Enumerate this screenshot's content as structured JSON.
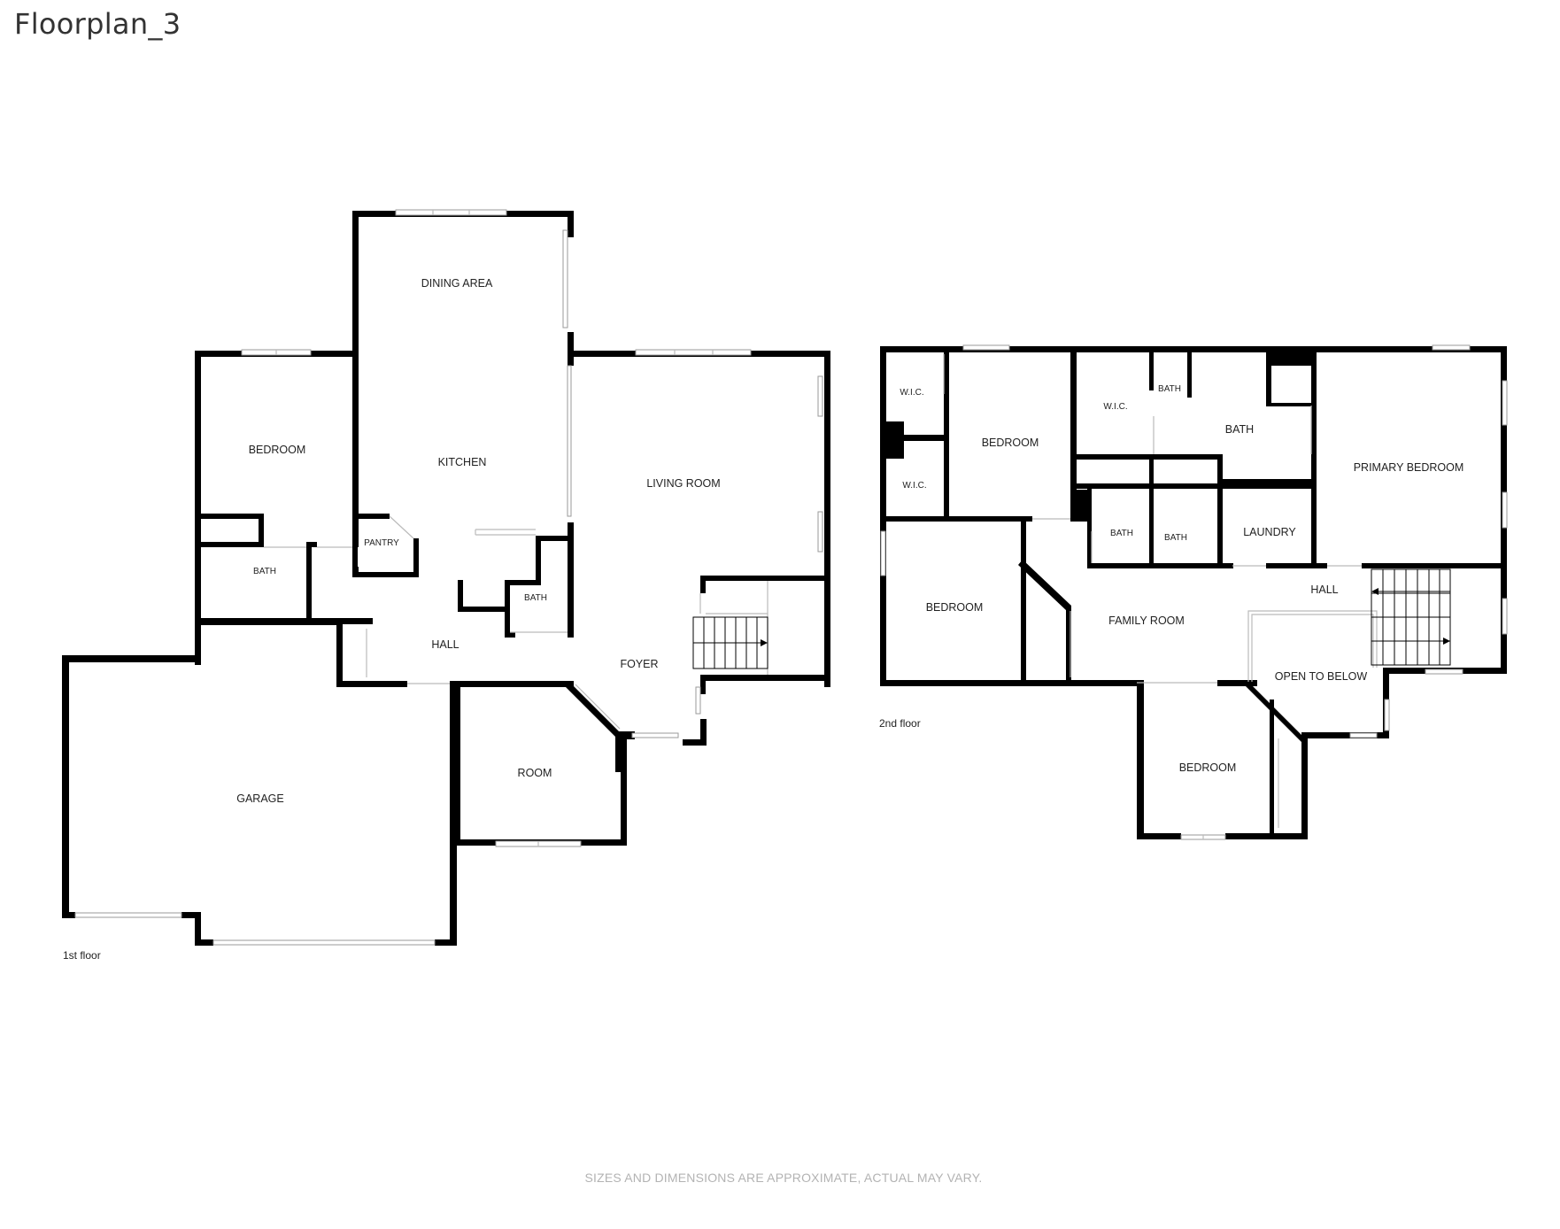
{
  "page": {
    "title": "Floorplan_3"
  },
  "floor1": {
    "label": "1st floor",
    "rooms": {
      "dining_area": "DINING AREA",
      "kitchen": "KITCHEN",
      "living_room": "LIVING ROOM",
      "bedroom": "BEDROOM",
      "pantry": "PANTRY",
      "bath_left": "BATH",
      "bath_center": "BATH",
      "hall": "HALL",
      "foyer": "FOYER",
      "room": "ROOM",
      "garage": "GARAGE"
    }
  },
  "floor2": {
    "label": "2nd floor",
    "rooms": {
      "wic_top": "W.I.C.",
      "wic_bottom": "W.I.C.",
      "bedroom_nw": "BEDROOM",
      "wic_center": "W.I.C.",
      "bath_small": "BATH",
      "bath_main": "BATH",
      "primary_bedroom": "PRIMARY BEDROOM",
      "bath_a": "BATH",
      "bath_b": "BATH",
      "laundry": "LAUNDRY",
      "bedroom_w": "BEDROOM",
      "family_room": "FAMILY ROOM",
      "hall": "HALL",
      "open_to_below": "OPEN TO BELOW",
      "bedroom_s": "BEDROOM"
    }
  },
  "footer": {
    "disclaimer": "SIZES AND DIMENSIONS ARE APPROXIMATE, ACTUAL MAY VARY."
  }
}
